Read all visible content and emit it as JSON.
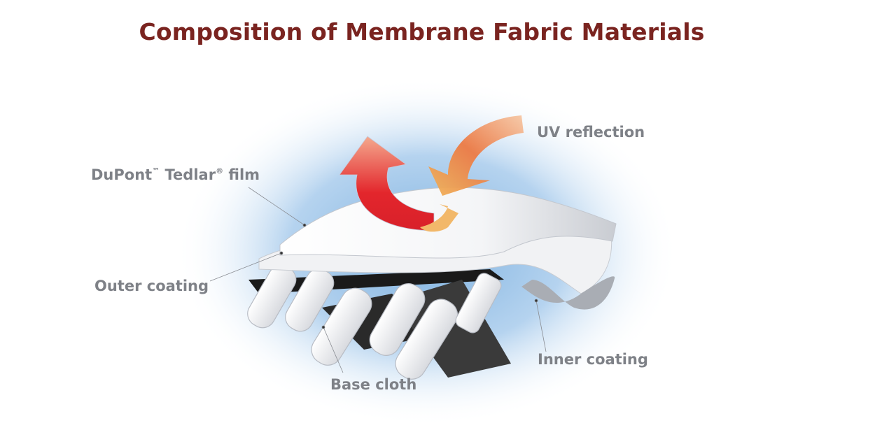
{
  "title": "Composition of Membrane Fabric Materials",
  "labels": {
    "uv_reflection": "UV reflection",
    "tedlar_prefix": "DuPont",
    "tedlar_tm": "™",
    "tedlar_name": " Tedlar",
    "tedlar_reg": "®",
    "tedlar_suffix": " film",
    "outer_coating": "Outer coating",
    "inner_coating": "Inner coating",
    "base_cloth": "Base cloth"
  },
  "colors": {
    "title": "#7a2420",
    "label": "#7e8187",
    "glow": "#9cc3e6",
    "arrow_out": "#e0282c",
    "arrow_in": "#f08a4a"
  }
}
